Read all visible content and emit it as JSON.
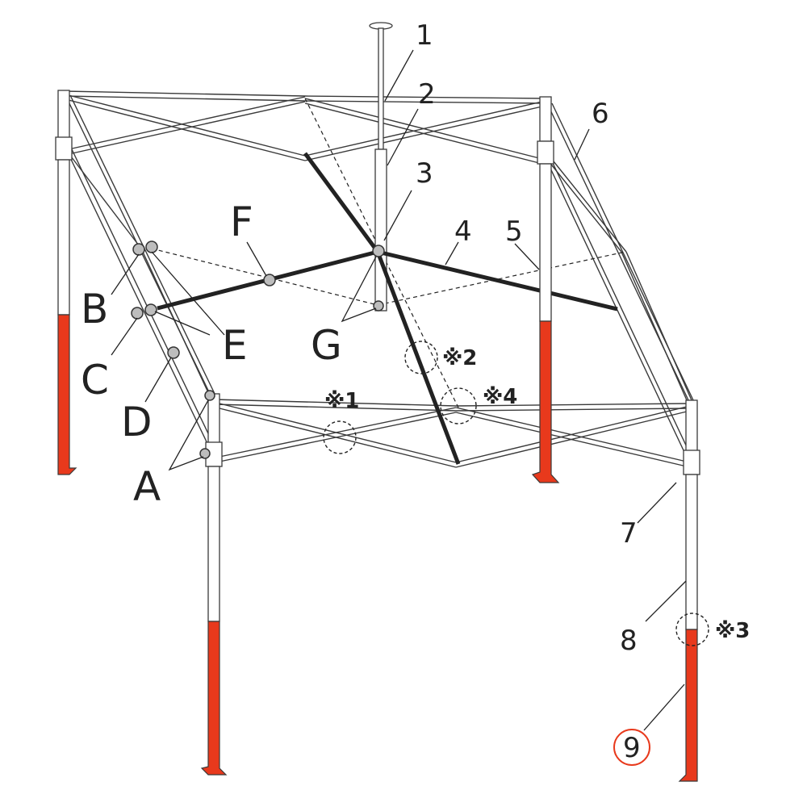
{
  "diagram": {
    "part_numbers": [
      "1",
      "2",
      "3",
      "4",
      "5",
      "6",
      "7",
      "8",
      "9"
    ],
    "joint_letters": [
      "A",
      "B",
      "C",
      "D",
      "E",
      "F",
      "G"
    ],
    "notes": [
      "※1",
      "※2",
      "※3",
      "※4"
    ],
    "colors": {
      "leg_bottom": "#e8391c",
      "frame_line": "#3a3a3a",
      "highlight_bar": "#222222",
      "joint_fill": "#bdbdbd",
      "part9_circle": "#e8391c"
    }
  }
}
